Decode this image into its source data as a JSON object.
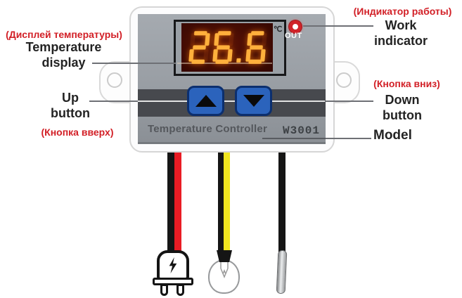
{
  "annotations": {
    "temperature_display": {
      "ru": "(Дисплей температуры)",
      "en": [
        "Temperature",
        "display"
      ]
    },
    "up_button": {
      "ru": "(Кнопка вверх)",
      "en": [
        "Up",
        "button"
      ]
    },
    "work_indicator": {
      "ru": "(Индикатор работы)",
      "en": [
        "Work",
        "indicator"
      ]
    },
    "down_button": {
      "ru": "(Кнопка вниз)",
      "en": [
        "Down",
        "button"
      ]
    },
    "model": {
      "en": "Model"
    }
  },
  "device": {
    "display": {
      "value": "26.6",
      "unit": "℃"
    },
    "indicator_label": "OUT",
    "name": "Temperature Controller",
    "model_number": "W3001"
  },
  "icons": {
    "up_button": "up-arrow-icon",
    "down_button": "down-arrow-icon",
    "work_indicator": "led-icon",
    "power_wire": "power-plug-icon",
    "load_wire": "light-bulb-icon",
    "sensor_wire": "temperature-probe-icon"
  },
  "colors": {
    "annotation_red": "#d21f26",
    "label_black": "#232323",
    "button_blue": "#2b63bc",
    "digit_amber": "#ffb03c",
    "led_red": "#d02228",
    "wire_red": "#e91c24",
    "wire_yellow": "#f0e51f",
    "wire_black": "#151515",
    "panel_gray": "#9aa0a6",
    "band_dark": "#47494e"
  }
}
